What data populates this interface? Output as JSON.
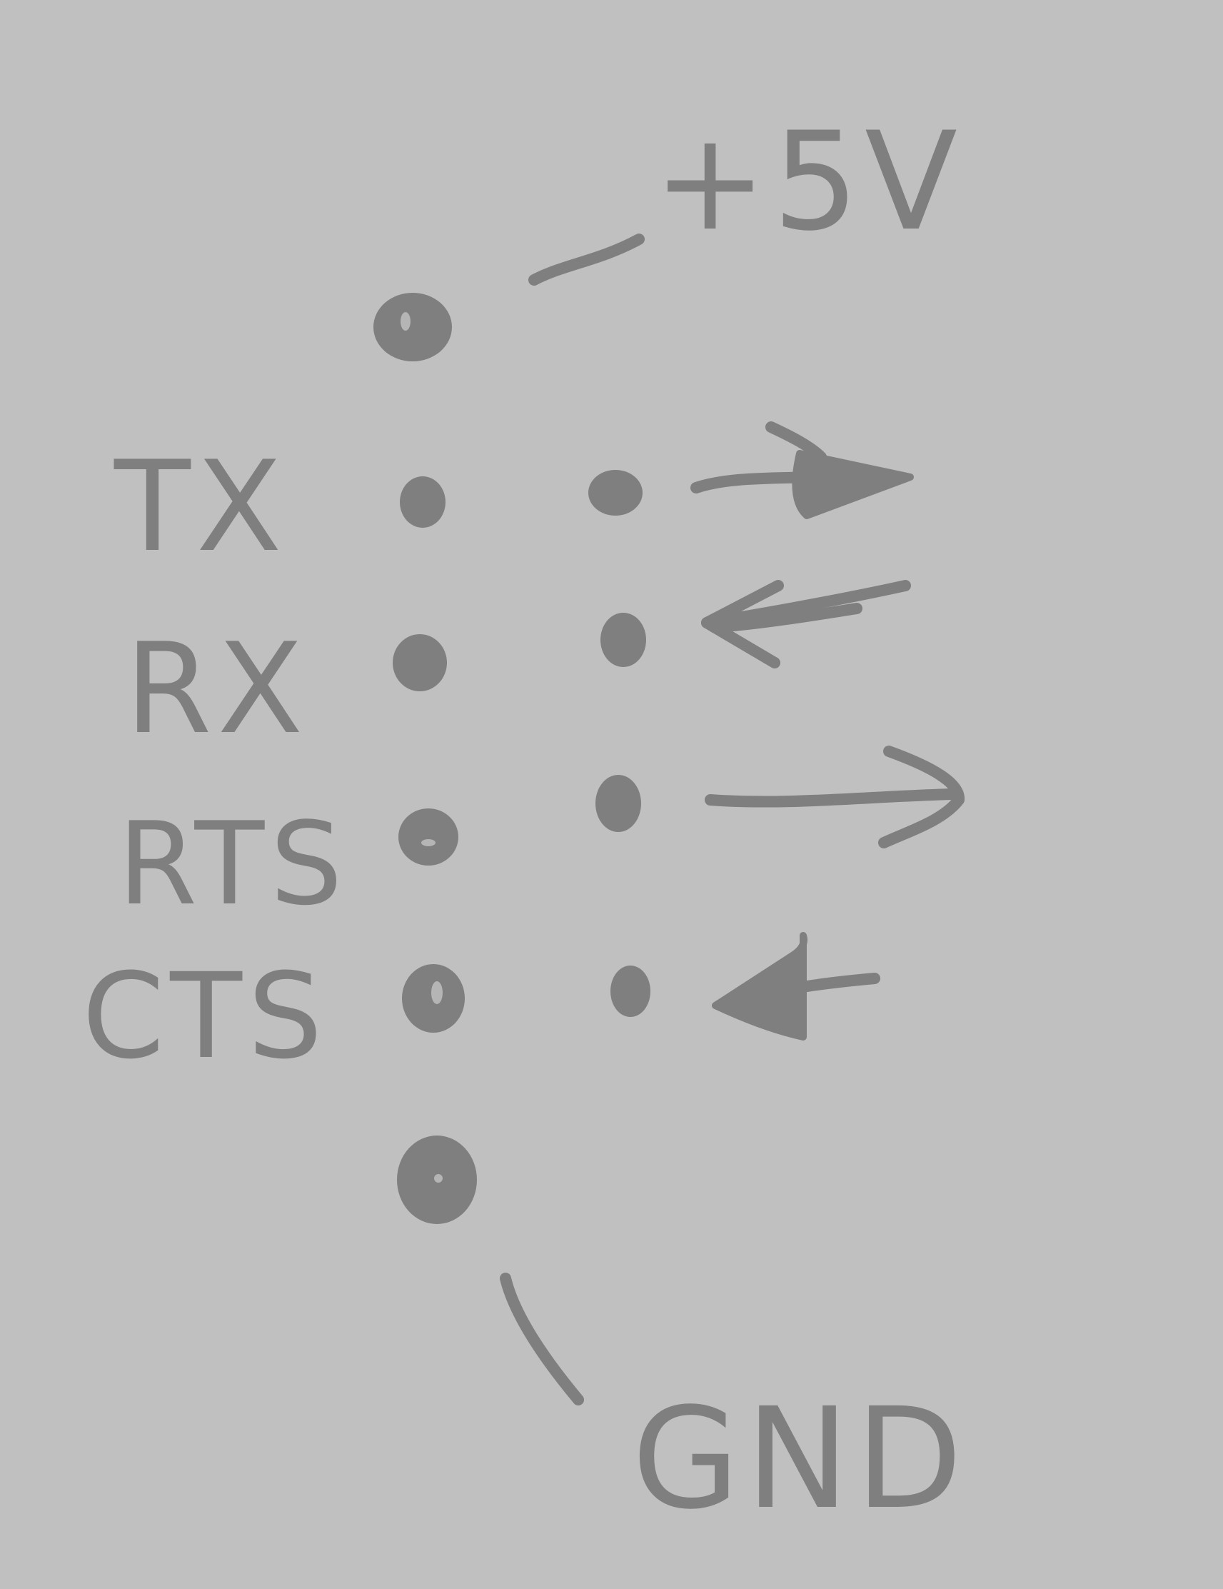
{
  "colors": {
    "background": "#c0c0c0",
    "ink": "#7f7f7f"
  },
  "labels": {
    "power": "+5V",
    "ground": "GND",
    "signals": [
      "TX",
      "RX",
      "RTS",
      "CTS"
    ]
  },
  "arrows": [
    {
      "signal": "TX",
      "direction": "out"
    },
    {
      "signal": "RX",
      "direction": "in"
    },
    {
      "signal": "RTS",
      "direction": "out"
    },
    {
      "signal": "CTS",
      "direction": "in"
    }
  ]
}
